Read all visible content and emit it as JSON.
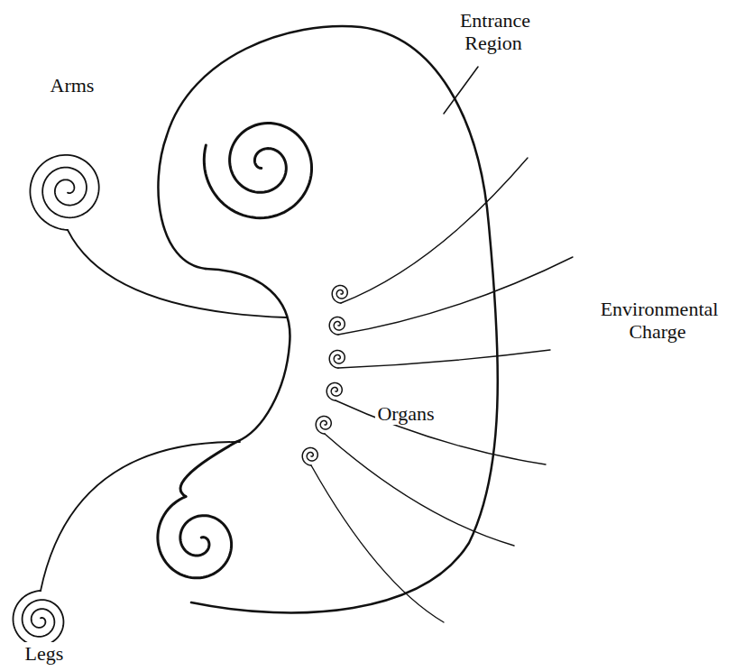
{
  "diagram": {
    "labels": [
      "Entrance Region",
      "Arms",
      "Environmental Charge",
      "Organs",
      "Legs"
    ]
  }
}
